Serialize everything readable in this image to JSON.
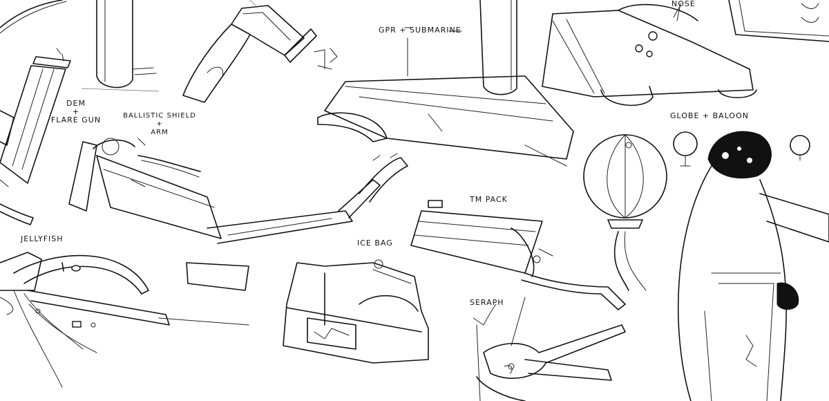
{
  "labels": {
    "dem_flare": "DEM\n+\nFLARE GUN",
    "ballistic": "BALLISTIC SHIELD\n+\nARM",
    "gpr": "GPR + SUBMARINE",
    "nose": "NOSE",
    "globe": "GLOBE + BALOON",
    "jellyfish": "JELLYFISH",
    "ice_bag": "ICE BAG",
    "tm_pack": "TM PACK",
    "seraph": "SERAPH"
  },
  "colors": {
    "ink": "#111111",
    "paper": "#ffffff"
  }
}
